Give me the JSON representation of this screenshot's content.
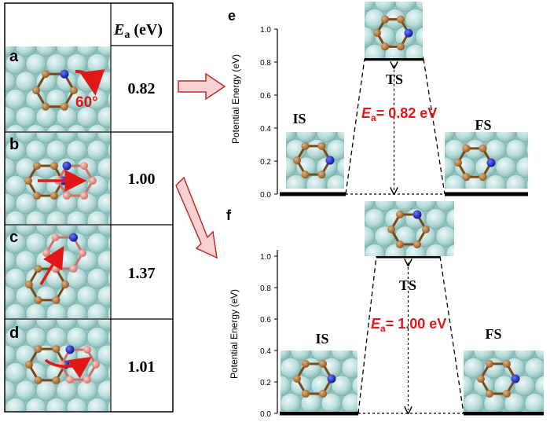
{
  "table": {
    "header": {
      "symbol": "E",
      "subscript": "a",
      "unit": " (eV)"
    },
    "rows": [
      {
        "label": "a",
        "value": "0.82",
        "annotation": "60°"
      },
      {
        "label": "b",
        "value": "1.00"
      },
      {
        "label": "c",
        "value": "1.37"
      },
      {
        "label": "d",
        "value": "1.01"
      }
    ]
  },
  "panel_e": {
    "label": "e",
    "ylabel": "Potential Energy (eV)",
    "ticks": [
      "0.0",
      "0.2",
      "0.4",
      "0.6",
      "0.8",
      "1.0"
    ],
    "ylim": [
      0,
      1.0
    ],
    "states": {
      "is": "IS",
      "ts": "TS",
      "fs": "FS"
    },
    "levels": {
      "is": 0.0,
      "ts": 0.82,
      "fs": 0.0
    },
    "barrier": {
      "symbol": "E",
      "subscript": "a",
      "text": "= 0.82 eV"
    }
  },
  "panel_f": {
    "label": "f",
    "ylabel": "Potential Energy (eV)",
    "ticks": [
      "0.0",
      "0.2",
      "0.4",
      "0.6",
      "0.8",
      "1.0"
    ],
    "ylim": [
      0,
      1.0
    ],
    "states": {
      "is": "IS",
      "ts": "TS",
      "fs": "FS"
    },
    "levels": {
      "is": 0.0,
      "ts": 1.0,
      "fs": 0.0
    },
    "barrier": {
      "symbol": "E",
      "subscript": "a",
      "text": "= 1.00 eV"
    }
  },
  "colors": {
    "surface": "#b6dcd9",
    "carbon": "#b5773a",
    "carbon_active": "#e8958c",
    "nitrogen": "#1a27d6",
    "accent": "#e01818",
    "arrow_fill": "#f6d2d2"
  }
}
